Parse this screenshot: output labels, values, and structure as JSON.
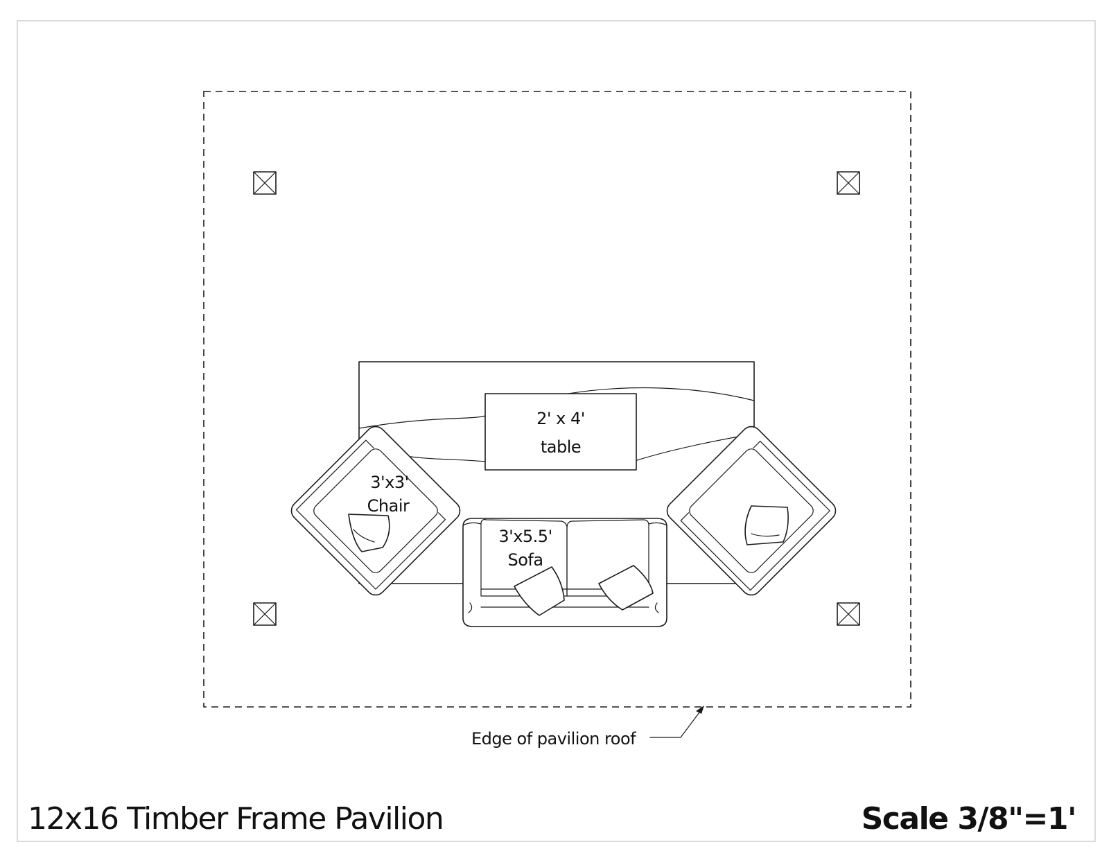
{
  "sheet": {
    "title": "12x16 Timber Frame Pavilion",
    "scale": "Scale 3/8\"=1'"
  },
  "plan": {
    "roof_label": "Edge of pavilion roof",
    "table": {
      "line1": "2' x 4'",
      "line2": "table"
    },
    "chair": {
      "line1": "3'x3'",
      "line2": "Chair"
    },
    "sofa": {
      "line1": "3'x5.5'",
      "line2": "Sofa"
    },
    "posts": 4
  }
}
